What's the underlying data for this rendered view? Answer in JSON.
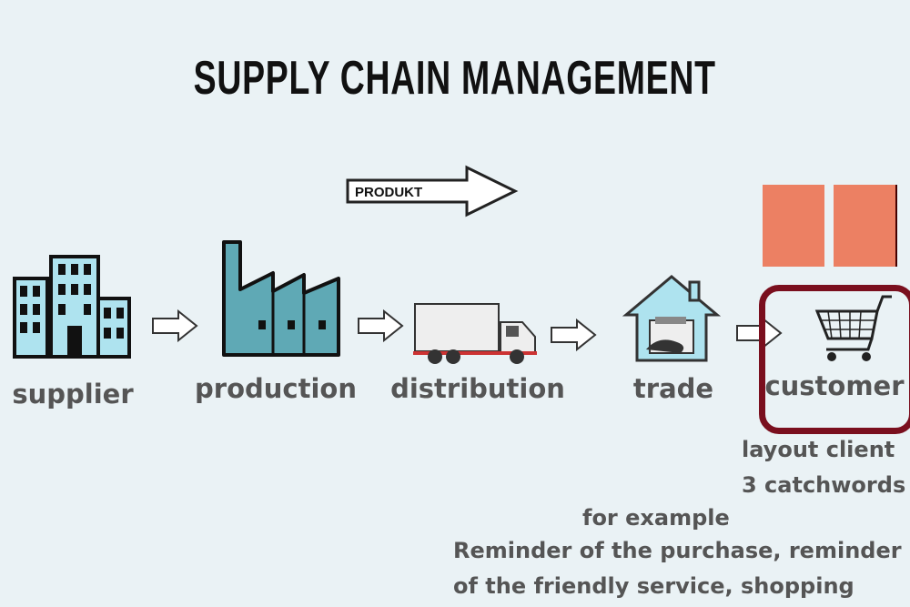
{
  "title": "SUPPLY CHAIN MANAGEMENT",
  "product_arrow_label": "PRODUKT",
  "stages": [
    {
      "label": "supplier",
      "icon": "building-icon"
    },
    {
      "label": "production",
      "icon": "factory-icon"
    },
    {
      "label": "distribution",
      "icon": "truck-icon"
    },
    {
      "label": "trade",
      "icon": "store-icon"
    },
    {
      "label": "customer",
      "icon": "shopping-cart-icon"
    }
  ],
  "notes": {
    "line1": "layout client",
    "line2": "3 catchwords",
    "line3": "for example",
    "line4": "Reminder of the purchase, reminder",
    "line5": "of the friendly service, shopping"
  },
  "colors": {
    "background": "#eaf2f5",
    "text": "#555555",
    "highlight": "#7a0f1e",
    "document": "#ec8063",
    "icon_light": "#aee3ef",
    "icon_teal": "#5fa9b5"
  }
}
